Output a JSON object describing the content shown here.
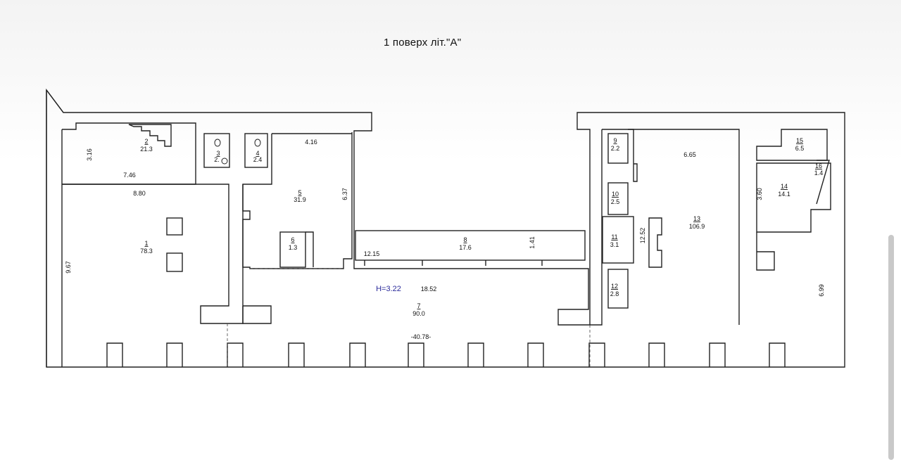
{
  "title": "1 поверх літ.\"А\"",
  "ceiling_height": "H=3.22",
  "rooms": [
    {
      "num": "1",
      "area": "78.3"
    },
    {
      "num": "2",
      "area": "21.3"
    },
    {
      "num": "3",
      "area": "2."
    },
    {
      "num": "4",
      "area": "2.4"
    },
    {
      "num": "5",
      "area": "31.9"
    },
    {
      "num": "6",
      "area": "1.3"
    },
    {
      "num": "7",
      "area": "90.0"
    },
    {
      "num": "8",
      "area": "17.6"
    },
    {
      "num": "9",
      "area": "2.2"
    },
    {
      "num": "10",
      "area": "2.5"
    },
    {
      "num": "11",
      "area": "3.1"
    },
    {
      "num": "12",
      "area": "2.8"
    },
    {
      "num": "13",
      "area": "106.9"
    },
    {
      "num": "14",
      "area": "14.1"
    },
    {
      "num": "15",
      "area": "6.5"
    },
    {
      "num": "16",
      "area": "1.4"
    }
  ],
  "dimensions": [
    "3.16",
    "7.46",
    "8.80",
    "9.67",
    "4.16",
    "6.37",
    "12.15",
    "1.41",
    "18.52",
    "-40.78-",
    "6.65",
    "12.52",
    "3.60",
    "6.99"
  ]
}
